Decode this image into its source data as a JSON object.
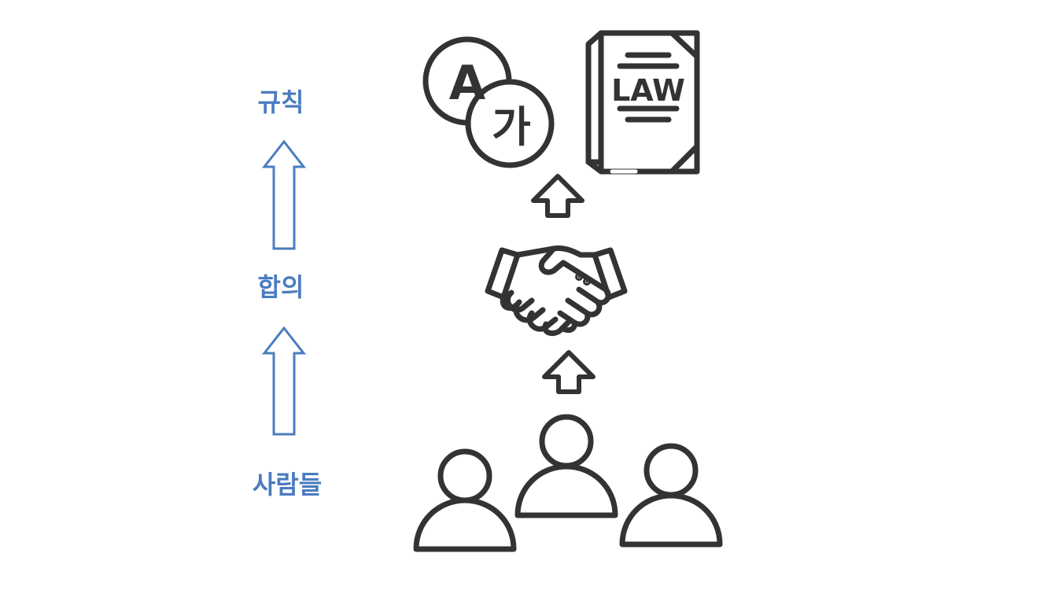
{
  "labels": {
    "rules": "규칙",
    "agreement": "합의",
    "people": "사람들"
  },
  "icons": {
    "language": {
      "name": "language-icon",
      "letter_latin": "A",
      "letter_korean": "가"
    },
    "law_book": {
      "name": "law-book-icon",
      "text": "LAW"
    },
    "handshake": {
      "name": "handshake-icon"
    },
    "people": {
      "name": "people-group-icon"
    }
  },
  "colors": {
    "label_blue": "#4a7cbf",
    "icon_dark": "#333333",
    "background": "#ffffff"
  }
}
